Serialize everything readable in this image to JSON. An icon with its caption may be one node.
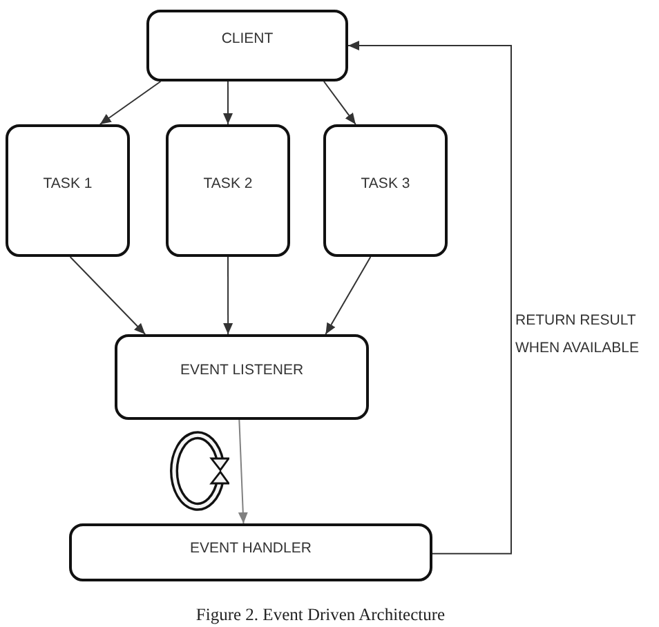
{
  "diagram": {
    "caption": "Figure 2. Event Driven Architecture",
    "nodes": [
      {
        "text": [
          "CLIENT"
        ]
      },
      {
        "text": [
          "TASK 1"
        ]
      },
      {
        "text": [
          "TASK 2"
        ]
      },
      {
        "text": [
          "TASK 3"
        ]
      },
      {
        "text": [
          "EVENT LISTENER"
        ]
      },
      {
        "text": [
          "EVENT HANDLER"
        ]
      }
    ],
    "edges": [
      {
        "from": 0,
        "to": 1,
        "arrow": "to"
      },
      {
        "from": 0,
        "to": 2,
        "arrow": "to"
      },
      {
        "from": 0,
        "to": 3,
        "arrow": "to"
      },
      {
        "from": 1,
        "to": 4,
        "arrow": "to"
      },
      {
        "from": 2,
        "to": 4,
        "arrow": "to"
      },
      {
        "from": 3,
        "to": 4,
        "arrow": "to"
      },
      {
        "from": 4,
        "to": 5,
        "arrow": "to",
        "color": "#808080"
      },
      {
        "from": 5,
        "to": 0,
        "arrow": "to",
        "label": "RETURN RESULT WHEN AVAILABLE"
      }
    ]
  }
}
